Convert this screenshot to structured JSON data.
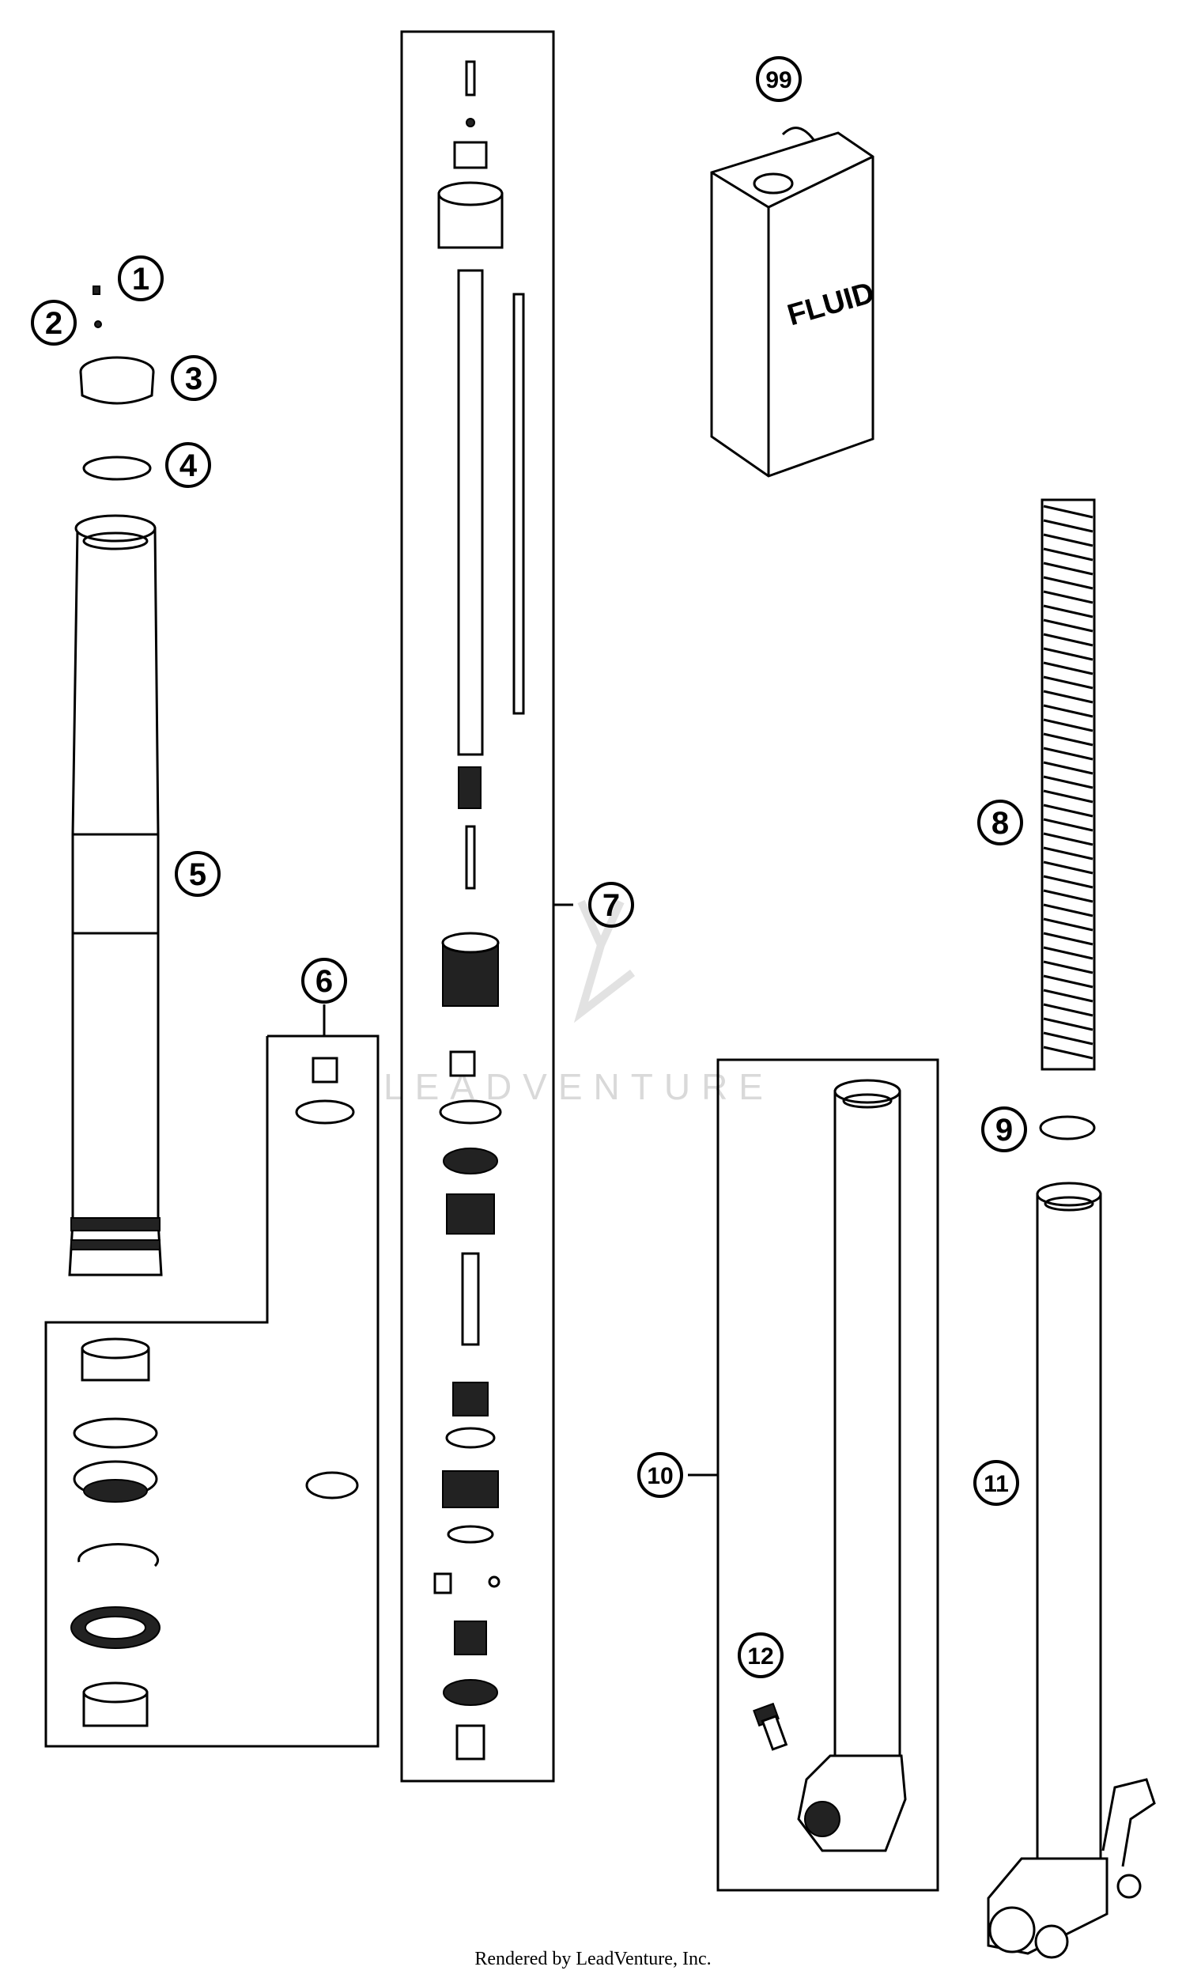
{
  "callouts": [
    {
      "id": "1",
      "label": "1"
    },
    {
      "id": "2",
      "label": "2"
    },
    {
      "id": "3",
      "label": "3"
    },
    {
      "id": "4",
      "label": "4"
    },
    {
      "id": "5",
      "label": "5"
    },
    {
      "id": "6",
      "label": "6"
    },
    {
      "id": "7",
      "label": "7"
    },
    {
      "id": "8",
      "label": "8"
    },
    {
      "id": "9",
      "label": "9"
    },
    {
      "id": "10",
      "label": "10"
    },
    {
      "id": "11",
      "label": "11"
    },
    {
      "id": "12",
      "label": "12"
    },
    {
      "id": "99",
      "label": "99"
    }
  ],
  "fluid_can_label": "FLUID",
  "watermark": "LEADVENTURE",
  "footer": "Rendered by LeadVenture, Inc."
}
